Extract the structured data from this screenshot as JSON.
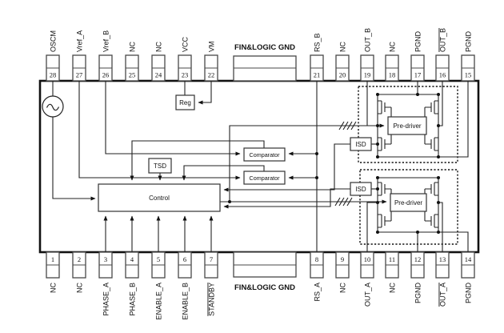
{
  "blocks": {
    "osc": "~",
    "reg": "Reg",
    "tsd": "TSD",
    "control": "Control",
    "comparator1": "Comparator",
    "comparator2": "Comparator",
    "isd1": "ISD",
    "isd2": "ISD",
    "predriver1": "Pre-driver",
    "predriver2": "Pre-driver"
  },
  "gnd": {
    "top": "FIN&LOGIC GND",
    "bottom": "FIN&LOGIC GND"
  },
  "pins": {
    "top_left": [
      {
        "num": "28",
        "label": "OSCM"
      },
      {
        "num": "27",
        "label": "Vref_A"
      },
      {
        "num": "26",
        "label": "Vref_B"
      },
      {
        "num": "25",
        "label": "NC"
      },
      {
        "num": "24",
        "label": "NC"
      },
      {
        "num": "23",
        "label": "VCC"
      },
      {
        "num": "22",
        "label": "VM"
      }
    ],
    "top_right": [
      {
        "num": "21",
        "label": "RS_B"
      },
      {
        "num": "20",
        "label": "NC"
      },
      {
        "num": "19",
        "label": "OUT_B"
      },
      {
        "num": "18",
        "label": "NC"
      },
      {
        "num": "17",
        "label": "PGND"
      },
      {
        "num": "16",
        "label": "OUT_B",
        "deco": "overline"
      },
      {
        "num": "15",
        "label": "PGND"
      }
    ],
    "bottom_left": [
      {
        "num": "1",
        "label": "NC"
      },
      {
        "num": "2",
        "label": "NC"
      },
      {
        "num": "3",
        "label": "PHASE_A"
      },
      {
        "num": "4",
        "label": "PHASE_B"
      },
      {
        "num": "5",
        "label": "ENABLE_A"
      },
      {
        "num": "6",
        "label": "ENABLE_B"
      },
      {
        "num": "7",
        "label": "STANDBY",
        "deco": "overline"
      }
    ],
    "bottom_right": [
      {
        "num": "8",
        "label": "RS_A"
      },
      {
        "num": "9",
        "label": "NC"
      },
      {
        "num": "10",
        "label": "OUT_A"
      },
      {
        "num": "11",
        "label": "NC"
      },
      {
        "num": "12",
        "label": "PGND"
      },
      {
        "num": "13",
        "label": "OUT_A",
        "deco": "overline"
      },
      {
        "num": "14",
        "label": "PGND"
      }
    ]
  }
}
